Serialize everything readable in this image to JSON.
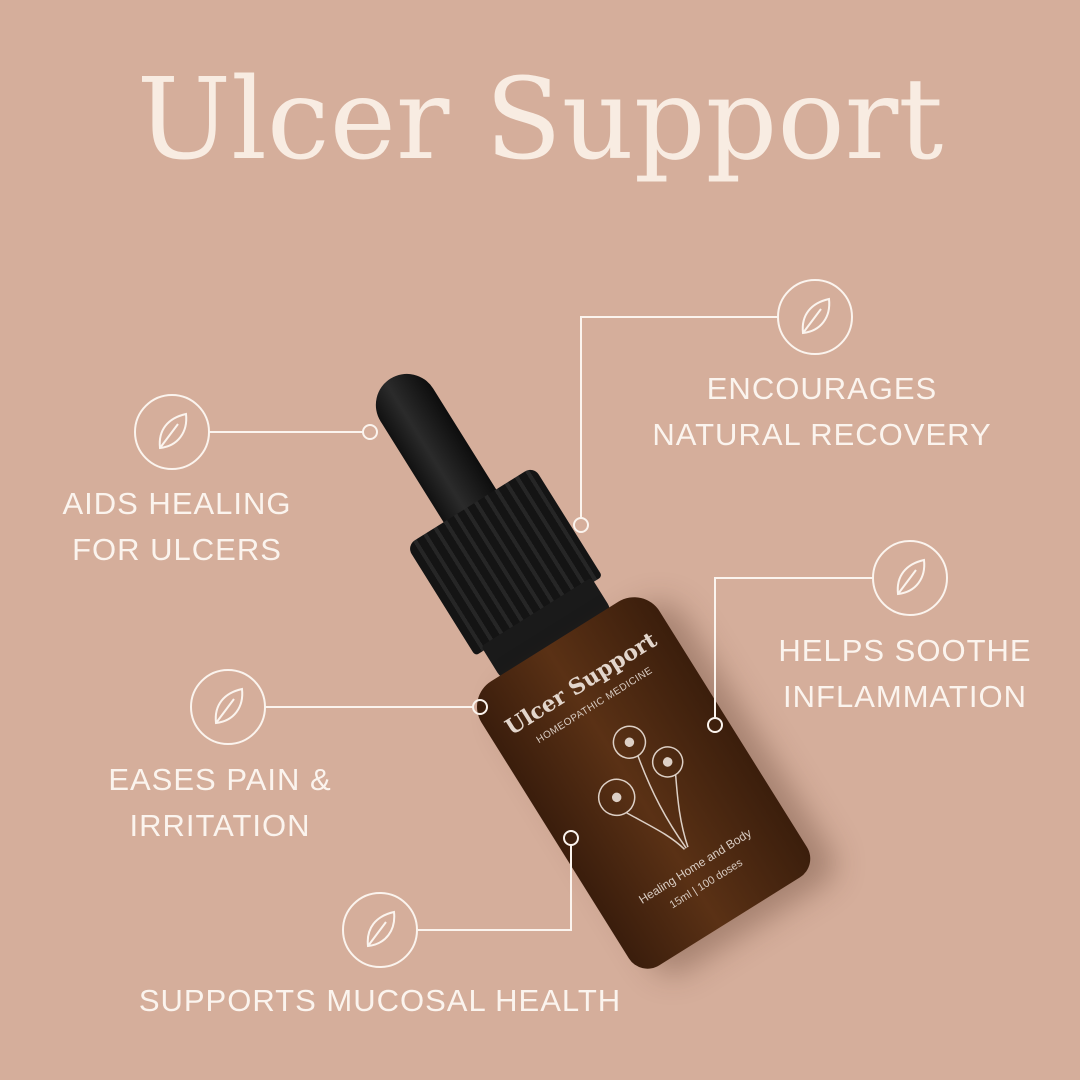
{
  "title": "Ulcer Support",
  "product_label": {
    "name": "Ulcer Support",
    "subtitle": "HOMEOPATHIC MEDICINE",
    "tagline": "Healing Home and Body",
    "size": "15ml | 100 doses"
  },
  "benefits": [
    {
      "icon": "leaf-icon",
      "line1": "AIDS HEALING",
      "line2": "FOR ULCERS"
    },
    {
      "icon": "leaf-icon",
      "line1": "ENCOURAGES",
      "line2": "NATURAL RECOVERY"
    },
    {
      "icon": "leaf-icon",
      "line1": "HELPS SOOTHE",
      "line2": "INFLAMMATION"
    },
    {
      "icon": "leaf-icon",
      "line1": "EASES PAIN &",
      "line2": "IRRITATION"
    },
    {
      "icon": "leaf-icon",
      "line1": "SUPPORTS MUCOSAL HEALTH"
    }
  ],
  "colors": {
    "background": "#d5ae9b",
    "text": "#fbf4ee",
    "bottle": "#4a2812"
  }
}
